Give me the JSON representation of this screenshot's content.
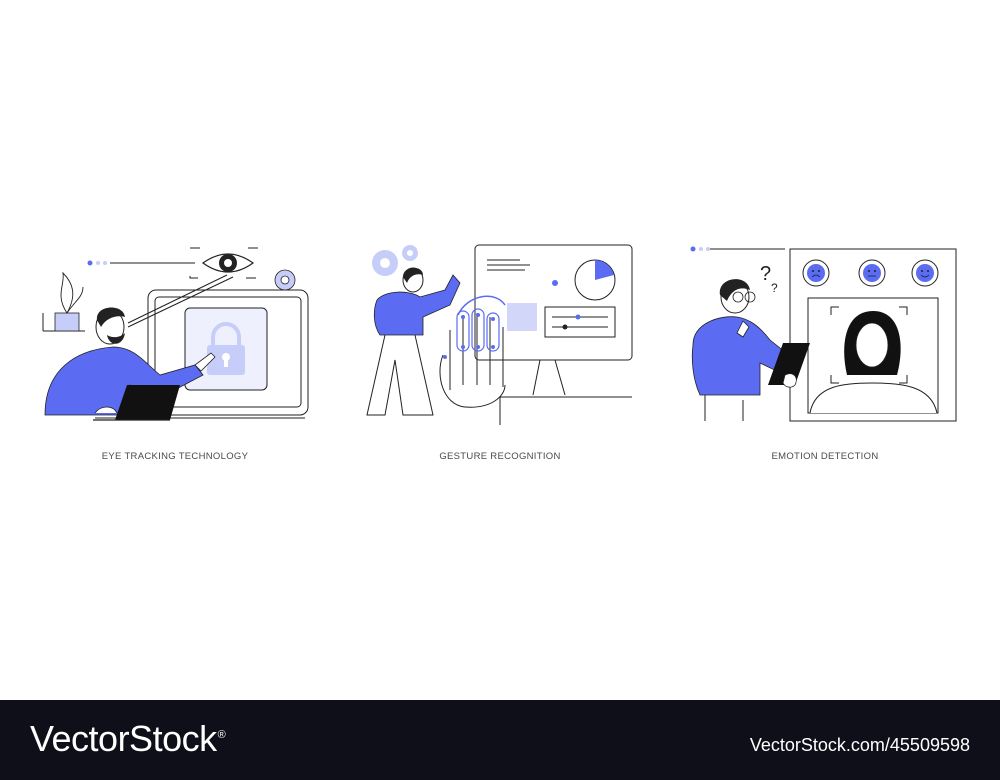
{
  "colors": {
    "accent": "#5b6cf2",
    "accent_light": "#c7cdf9",
    "line": "#222222",
    "footer_bg": "#0f0f19",
    "footer_text": "#ffffff"
  },
  "illustrations": [
    {
      "caption": "EYE TRACKING TECHNOLOGY",
      "icons": [
        "eye-icon",
        "padlock-icon",
        "gear-icon",
        "laptop-icon",
        "plant-icon"
      ]
    },
    {
      "caption": "GESTURE RECOGNITION",
      "icons": [
        "gear-icon",
        "pie-chart-icon",
        "hand-tracking-icon",
        "monitor-icon"
      ]
    },
    {
      "caption": "EMOTION DETECTION",
      "icons": [
        "sad-face-icon",
        "neutral-face-icon",
        "happy-face-icon",
        "question-mark-icon",
        "tablet-icon"
      ]
    }
  ],
  "footer": {
    "logo": "VectorStock",
    "logo_mark": "®",
    "url": "VectorStock.com/45509598"
  }
}
